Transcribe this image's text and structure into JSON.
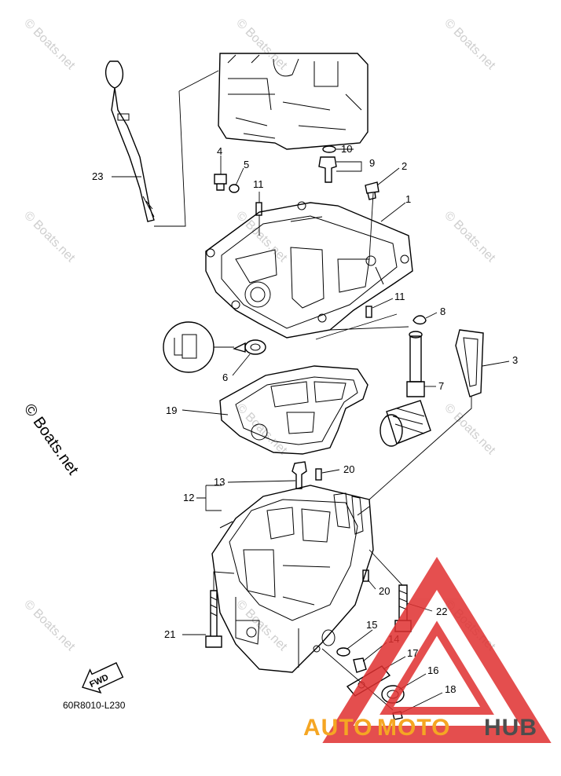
{
  "callouts": [
    {
      "id": "c1",
      "text": "1"
    },
    {
      "id": "c2",
      "text": "2"
    },
    {
      "id": "c3",
      "text": "3"
    },
    {
      "id": "c4",
      "text": "4"
    },
    {
      "id": "c5",
      "text": "5"
    },
    {
      "id": "c6",
      "text": "6"
    },
    {
      "id": "c7",
      "text": "7"
    },
    {
      "id": "c8",
      "text": "8"
    },
    {
      "id": "c9",
      "text": "9"
    },
    {
      "id": "c10",
      "text": "10"
    },
    {
      "id": "c11a",
      "text": "11"
    },
    {
      "id": "c11b",
      "text": "11"
    },
    {
      "id": "c12",
      "text": "12"
    },
    {
      "id": "c13",
      "text": "13"
    },
    {
      "id": "c14",
      "text": "14"
    },
    {
      "id": "c15",
      "text": "15"
    },
    {
      "id": "c16",
      "text": "16"
    },
    {
      "id": "c17",
      "text": "17"
    },
    {
      "id": "c18",
      "text": "18"
    },
    {
      "id": "c19",
      "text": "19"
    },
    {
      "id": "c20a",
      "text": "20"
    },
    {
      "id": "c20b",
      "text": "20"
    },
    {
      "id": "c21",
      "text": "21"
    },
    {
      "id": "c22",
      "text": "22"
    },
    {
      "id": "c23",
      "text": "23"
    }
  ],
  "diagram_code": "60R8010-L230",
  "fwd_label": "FWD",
  "watermark": {
    "side_text": "© Boats.net",
    "tile_text": "© Boats.net"
  },
  "brand": {
    "auto": "AUTO",
    "moto": "MOTO",
    "hub": "HUB",
    "colors": {
      "auto": "#f5a623",
      "moto": "#f5a623",
      "hub": "#4d4d4d",
      "triangle": "#e03030"
    }
  }
}
